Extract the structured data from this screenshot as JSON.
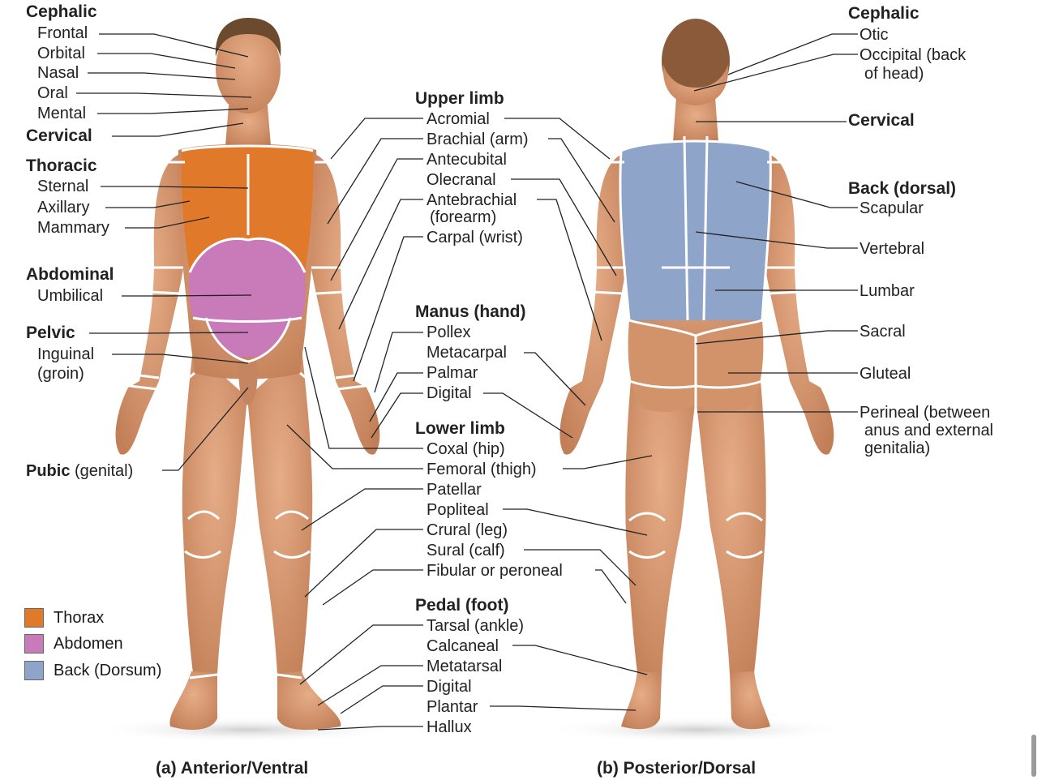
{
  "labels": {
    "cephalic": "Cephalic",
    "frontal": "Frontal",
    "orbital": "Orbital",
    "nasal": "Nasal",
    "oral": "Oral",
    "mental": "Mental",
    "cervical": "Cervical",
    "thoracic": "Thoracic",
    "sternal": "Sternal",
    "axillary": "Axillary",
    "mammary": "Mammary",
    "abdominal": "Abdominal",
    "umbilical": "Umbilical",
    "pelvic": "Pelvic",
    "inguinal": "Inguinal",
    "groin": "(groin)",
    "pubic": "Pubic",
    "genital": "(genital)",
    "upper_limb": "Upper limb",
    "acromial": "Acromial",
    "brachial": "Brachial (arm)",
    "antecubital": "Antecubital",
    "olecranal": "Olecranal",
    "antebrachial": "Antebrachial",
    "forearm": "(forearm)",
    "carpal": "Carpal (wrist)",
    "manus": "Manus (hand)",
    "pollex": "Pollex",
    "metacarpal": "Metacarpal",
    "palmar": "Palmar",
    "digital_hand": "Digital",
    "lower_limb": "Lower limb",
    "coxal": "Coxal (hip)",
    "femoral": "Femoral (thigh)",
    "patellar": "Patellar",
    "popliteal": "Popliteal",
    "crural": "Crural (leg)",
    "sural": "Sural (calf)",
    "fibular": "Fibular or peroneal",
    "pedal": "Pedal (foot)",
    "tarsal": "Tarsal (ankle)",
    "calcaneal": "Calcaneal",
    "metatarsal": "Metatarsal",
    "digital_foot": "Digital",
    "plantar": "Plantar",
    "hallux": "Hallux",
    "cephalic_b": "Cephalic",
    "otic": "Otic",
    "occipital": "Occipital (back",
    "occipital2": "of head)",
    "cervical_b": "Cervical",
    "back": "Back (dorsal)",
    "scapular": "Scapular",
    "vertebral": "Vertebral",
    "lumbar": "Lumbar",
    "sacral": "Sacral",
    "gluteal": "Gluteal",
    "perineal1": "Perineal (between",
    "perineal2": "anus and external",
    "perineal3": "genitalia)"
  },
  "legend": [
    {
      "label": "Thorax",
      "color": "#e07a2a"
    },
    {
      "label": "Abdomen",
      "color": "#c97ab8"
    },
    {
      "label": "Back (Dorsum)",
      "color": "#8fa4c9"
    }
  ],
  "captions": {
    "anterior": "(a) Anterior/Ventral",
    "posterior": "(b) Posterior/Dorsal"
  },
  "colors": {
    "skin": "#d89a74",
    "skin_shadow": "#b8764f",
    "thorax": "#e07a2a",
    "abdomen": "#c97ab8",
    "back": "#8fa4c9",
    "hair": "#6b4a2e"
  }
}
